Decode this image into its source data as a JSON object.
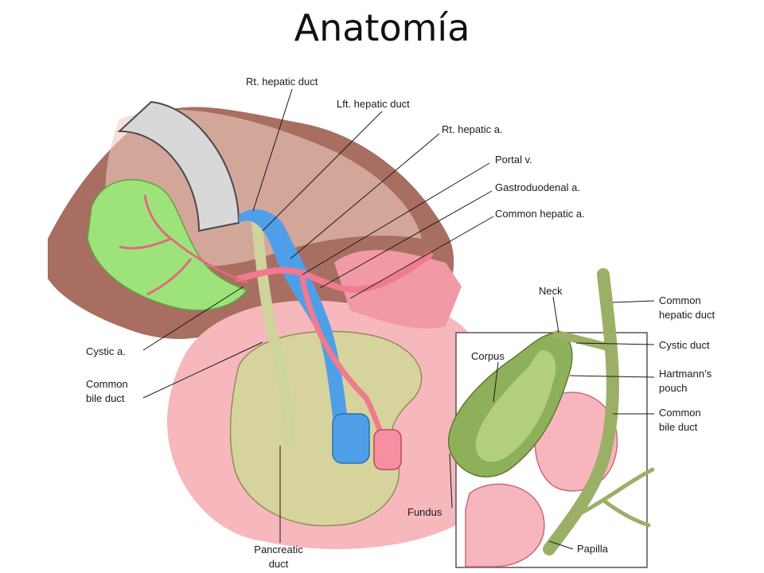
{
  "title": "Anatomía",
  "labels": {
    "rt_hepatic_duct": "Rt. hepatic duct",
    "lft_hepatic_duct": "Lft. hepatic duct",
    "rt_hepatic_a": "Rt. hepatic a.",
    "portal_v": "Portal v.",
    "gastroduodenal_a": "Gastroduodenal a.",
    "common_hepatic_a": "Common hepatic a.",
    "cystic_a": "Cystic a.",
    "common_bile_duct_left_1": "Common",
    "common_bile_duct_left_2": "bile duct",
    "pancreatic_duct_1": "Pancreatic",
    "pancreatic_duct_2": "duct",
    "neck": "Neck",
    "corpus": "Corpus",
    "fundus": "Fundus",
    "papilla": "Papilla",
    "common_hepatic_duct_1": "Common",
    "common_hepatic_duct_2": "hepatic duct",
    "cystic_duct": "Cystic duct",
    "hartmanns_pouch_1": "Hartmann’s",
    "hartmanns_pouch_2": "pouch",
    "common_bile_duct_right_1": "Common",
    "common_bile_duct_right_2": "bile duct"
  }
}
